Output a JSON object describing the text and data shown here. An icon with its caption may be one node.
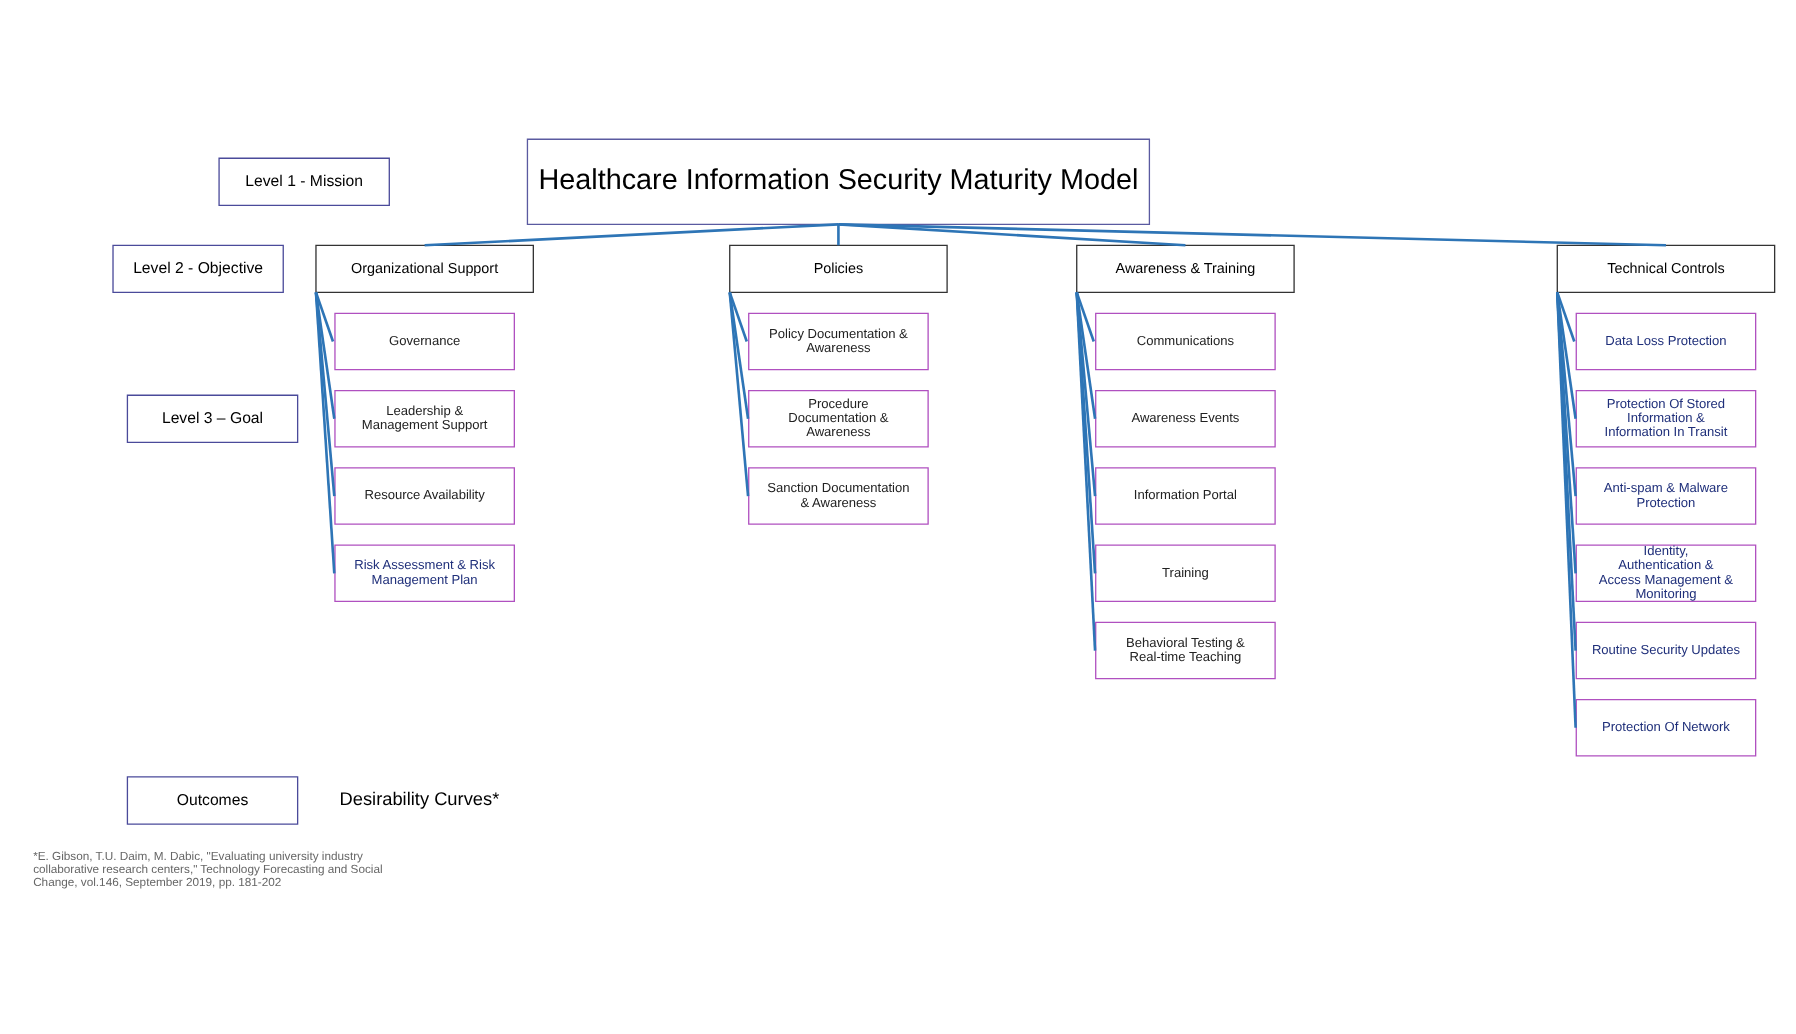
{
  "diagram": {
    "nodes": [
      {
        "text": [
          "Healthcare Information Security Maturity Model"
        ]
      },
      {
        "text": [
          "Organizational Support"
        ]
      },
      {
        "text": [
          "Governance"
        ]
      },
      {
        "text": [
          "Leadership & Management Support"
        ]
      },
      {
        "text": [
          "Resource Availability"
        ]
      },
      {
        "text": [
          "Risk Assessment & Risk Management Plan"
        ]
      },
      {
        "text": [
          "Policies"
        ]
      },
      {
        "text": [
          "Policy Documentation & Awareness"
        ]
      },
      {
        "text": [
          "Procedure Documentation & Awareness"
        ]
      },
      {
        "text": [
          "Sanction Documentation & Awareness"
        ]
      },
      {
        "text": [
          "Awareness & Training"
        ]
      },
      {
        "text": [
          "Communications"
        ]
      },
      {
        "text": [
          "Awareness Events"
        ]
      },
      {
        "text": [
          "Information Portal"
        ]
      },
      {
        "text": [
          "Training"
        ]
      },
      {
        "text": [
          "Behavioral Testing & Real-time Teaching"
        ]
      },
      {
        "text": [
          "Technical Controls"
        ]
      },
      {
        "text": [
          "Data Loss Protection"
        ]
      },
      {
        "text": [
          "Protection Of Stored Information & Information In Transit"
        ]
      },
      {
        "text": [
          "Anti-spam & Malware Protection"
        ]
      },
      {
        "text": [
          "Identity, Authentication & Access Management & Monitoring"
        ]
      },
      {
        "text": [
          "Routine Security Updates"
        ]
      },
      {
        "text": [
          "Protection Of Network"
        ]
      },
      {
        "text": [
          "Level 1 - Mission"
        ]
      },
      {
        "text": [
          "Level 2 - Objective"
        ]
      },
      {
        "text": [
          "Level 3 – Goal"
        ]
      },
      {
        "text": [
          "Outcomes"
        ]
      }
    ],
    "edges": [
      {
        "from": 0,
        "to": 1,
        "arrow": "none"
      },
      {
        "from": 0,
        "to": 6,
        "arrow": "none"
      },
      {
        "from": 0,
        "to": 10,
        "arrow": "none"
      },
      {
        "from": 0,
        "to": 16,
        "arrow": "none"
      },
      {
        "from": 1,
        "to": 2,
        "arrow": "none"
      },
      {
        "from": 1,
        "to": 3,
        "arrow": "none"
      },
      {
        "from": 1,
        "to": 4,
        "arrow": "none"
      },
      {
        "from": 1,
        "to": 5,
        "arrow": "none"
      },
      {
        "from": 6,
        "to": 7,
        "arrow": "none"
      },
      {
        "from": 6,
        "to": 8,
        "arrow": "none"
      },
      {
        "from": 6,
        "to": 9,
        "arrow": "none"
      },
      {
        "from": 10,
        "to": 11,
        "arrow": "none"
      },
      {
        "from": 10,
        "to": 12,
        "arrow": "none"
      },
      {
        "from": 10,
        "to": 13,
        "arrow": "none"
      },
      {
        "from": 10,
        "to": 14,
        "arrow": "none"
      },
      {
        "from": 10,
        "to": 15,
        "arrow": "none"
      },
      {
        "from": 16,
        "to": 17,
        "arrow": "none"
      },
      {
        "from": 16,
        "to": 18,
        "arrow": "none"
      },
      {
        "from": 16,
        "to": 19,
        "arrow": "none"
      },
      {
        "from": 16,
        "to": 20,
        "arrow": "none"
      },
      {
        "from": 16,
        "to": 21,
        "arrow": "none"
      },
      {
        "from": 16,
        "to": 22,
        "arrow": "none"
      }
    ],
    "labels": [
      "Desirability Curves*",
      "*E. Gibson, T.U. Daim, M. Dabic, \"Evaluating university industry collaborative research centers,\" Technology Forecasting and Social Change, vol.146, September 2019, pp. 181-202"
    ]
  }
}
